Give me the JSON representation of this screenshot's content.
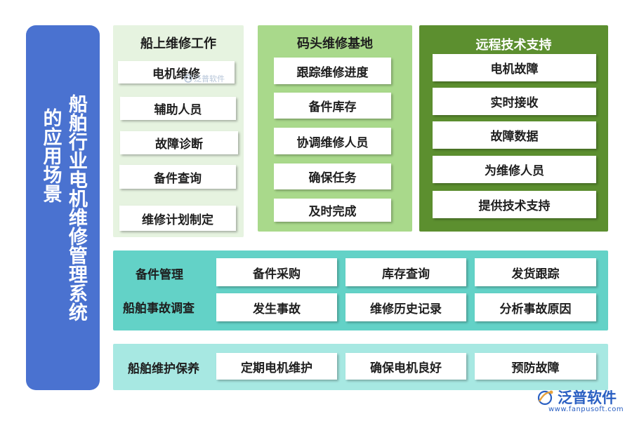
{
  "side_title": {
    "col1": "船舶行业电机维修管理系统",
    "col2": "的应用场景"
  },
  "panel_ship": {
    "title": "船上维修工作",
    "items": [
      "电机维修",
      "辅助人员",
      "故障诊断",
      "备件查询",
      "维修计划制定"
    ]
  },
  "panel_dock": {
    "title": "码头维修基地",
    "items": [
      "跟踪维修进度",
      "备件库存",
      "协调维修人员",
      "确保任务",
      "及时完成"
    ]
  },
  "panel_remote": {
    "title": "远程技术支持",
    "items": [
      "电机故障",
      "实时接收",
      "故障数据",
      "为维修人员",
      "提供技术支持"
    ]
  },
  "spare_parts": {
    "label": "备件管理",
    "items": [
      "备件采购",
      "库存查询",
      "发货跟踪"
    ]
  },
  "accident": {
    "label": "船舶事故调查",
    "items": [
      "发生事故",
      "维修历史记录",
      "分析事故原因"
    ]
  },
  "maintenance": {
    "label": "船舶维护保养",
    "items": [
      "定期电机维护",
      "确保电机良好",
      "预防故障"
    ]
  },
  "watermark": {
    "small": "泛普软件",
    "logo": "泛普软件",
    "url": "www.fanpusoft.com"
  },
  "colors": {
    "side_blue": "#4a72d0",
    "panel_light_green": "#e6f3e0",
    "panel_mid_green": "#a9d98b",
    "panel_dark_green": "#5c8f2f",
    "panel_teal": "#63d2c7",
    "panel_light_teal": "#a7e8e2"
  }
}
